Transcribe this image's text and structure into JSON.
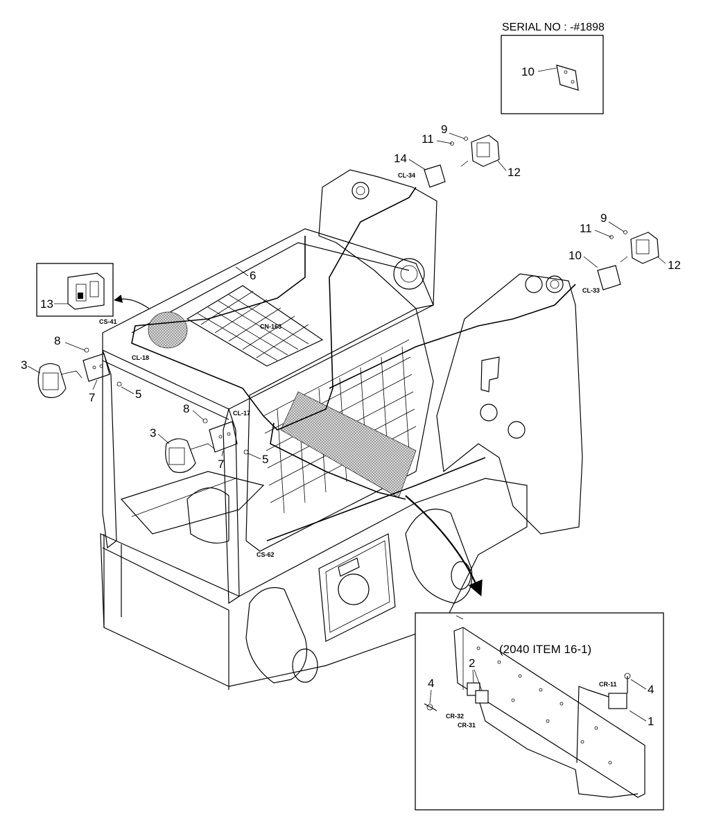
{
  "serial_box": {
    "title": "SERIAL NO : -#1898",
    "part": "10"
  },
  "inset_13": {
    "part": "13"
  },
  "inset_relay": {
    "caption": "(2040 ITEM 16-1)"
  },
  "callouts": {
    "p1": "1",
    "p2": "2",
    "p3a": "3",
    "p3b": "3",
    "p4a": "4",
    "p4b": "4",
    "p5a": "5",
    "p5b": "5",
    "p6": "6",
    "p7a": "7",
    "p7b": "7",
    "p8a": "8",
    "p8b": "8",
    "p9a": "9",
    "p9b": "9",
    "p10": "10",
    "p11a": "11",
    "p11b": "11",
    "p12a": "12",
    "p12b": "12",
    "p14": "14"
  },
  "connectors": {
    "cl34": "CL-34",
    "cl33": "CL-33",
    "cs41": "CS-41",
    "cl18": "CL-18",
    "cn163": "CN-163",
    "cl17": "CL-17",
    "cs62": "CS-62",
    "cr11": "CR-11",
    "cr32": "CR-32",
    "cr31": "CR-31"
  }
}
